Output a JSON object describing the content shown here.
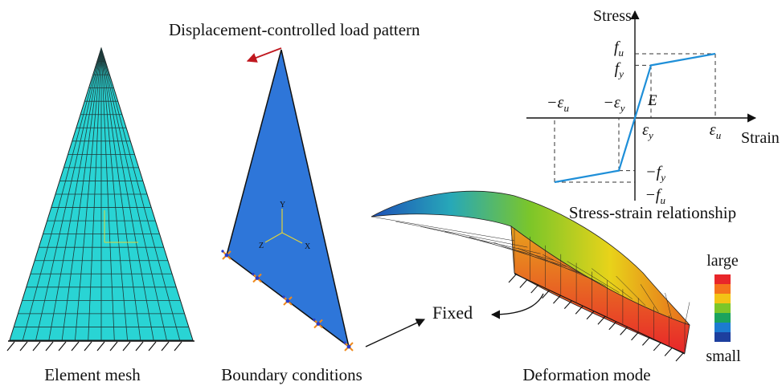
{
  "captions": {
    "element_mesh": "Element mesh",
    "boundary_conditions": "Boundary conditions",
    "deformation_mode": "Deformation mode",
    "load_pattern": "Displacement-controlled load pattern",
    "fixed": "Fixed",
    "stress_strain": "Stress-strain relationship"
  },
  "axes_triad": {
    "x": "X",
    "y": "Y",
    "z": "Z"
  },
  "legend": {
    "top": "large",
    "bottom": "small",
    "colors": [
      "#e8262a",
      "#f5741c",
      "#f3c415",
      "#7cc629",
      "#1aa35d",
      "#1c7bd1",
      "#1d3f9e"
    ]
  },
  "chart_data": {
    "type": "line",
    "xlabel": "Strain",
    "ylabel": "Stress",
    "x_ticks": [
      "−ε",
      "−ε",
      "ε",
      "ε"
    ],
    "x_tick_subs": [
      "u",
      "y",
      "y",
      "u"
    ],
    "y_ticks": [
      "f",
      "f",
      "−f",
      "−f"
    ],
    "y_tick_subs": [
      "u",
      "y",
      "y",
      "u"
    ],
    "slope_label": "E",
    "series": [
      {
        "x": [
          -1,
          -0.2,
          0,
          0.2,
          1
        ],
        "y": [
          -1,
          -0.82,
          0,
          0.82,
          1
        ]
      }
    ],
    "grid": false,
    "color": "#1f8fd8"
  }
}
